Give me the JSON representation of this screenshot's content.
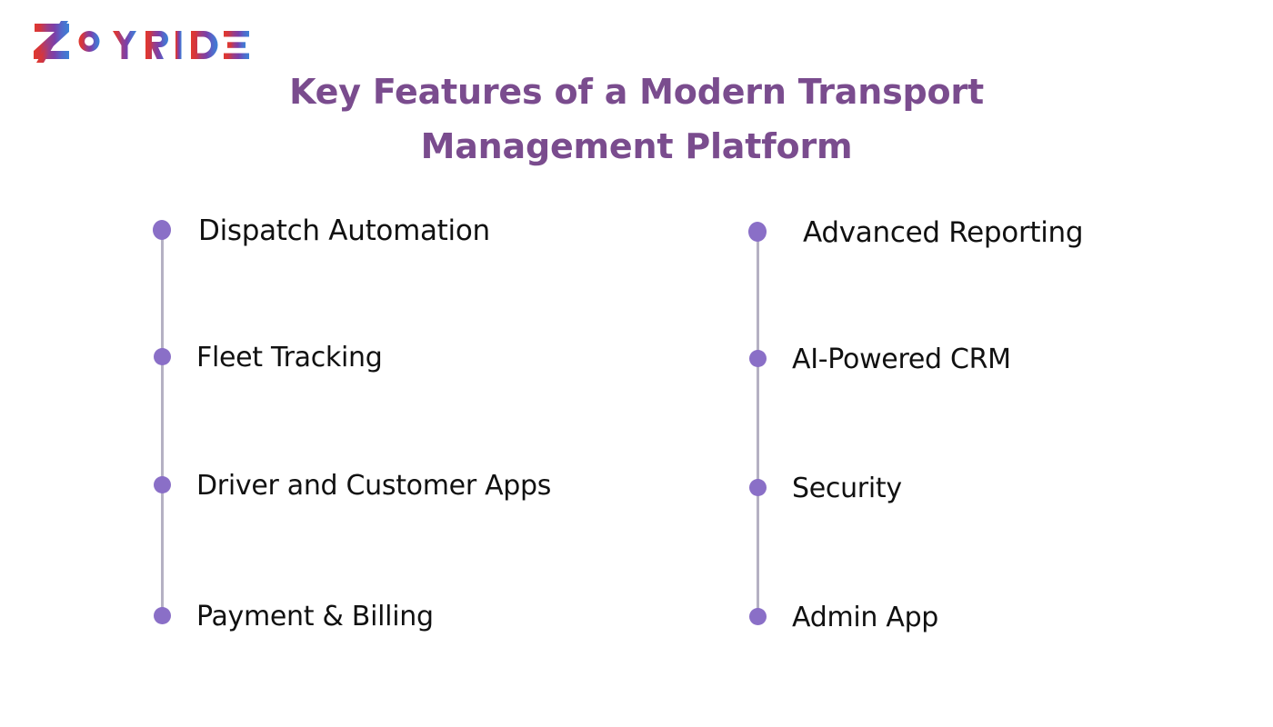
{
  "brand": {
    "name": "ZOYRIDE",
    "word_part_1": "Z",
    "word_part_2": "OYRIDE",
    "gradient_start": "#E03B3B",
    "gradient_mid": "#7B3FA8",
    "gradient_end": "#3B82D6"
  },
  "title": {
    "line1": "Key Features of a Modern Transport",
    "line2": "Management Platform",
    "color": "#7A4C8E"
  },
  "theme": {
    "background": "#FFFFFF",
    "bullet_color": "#8A6FC7",
    "rail_color": "#B5B1C3",
    "label_color": "#111111"
  },
  "columns": [
    {
      "id": "left",
      "items": [
        {
          "label": "Dispatch Automation",
          "bullet": "timeline-dot"
        },
        {
          "label": "Fleet Tracking",
          "bullet": "timeline-dot"
        },
        {
          "label": "Driver and Customer Apps",
          "bullet": "timeline-dot"
        },
        {
          "label": "Payment & Billing",
          "bullet": "timeline-dot"
        }
      ]
    },
    {
      "id": "right",
      "items": [
        {
          "label": "Advanced Reporting",
          "bullet": "timeline-dot"
        },
        {
          "label": "AI-Powered CRM",
          "bullet": "timeline-dot"
        },
        {
          "label": "Security",
          "bullet": "timeline-dot"
        },
        {
          "label": "Admin App",
          "bullet": "timeline-dot"
        }
      ]
    }
  ]
}
